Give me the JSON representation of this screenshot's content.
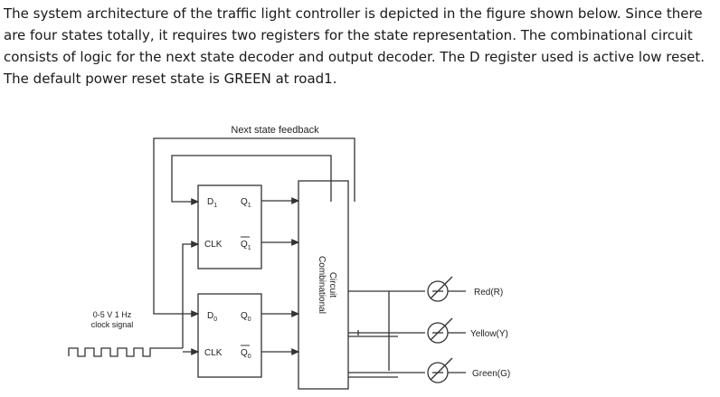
{
  "paragraph": [
    "The system architecture of the traffic light controller is depicted in the figure shown below. Since there",
    "are four states totally, it requires two registers for the state representation. The combinational circuit",
    "consists of logic for the next state decoder and output decoder. The D register used is active low reset.",
    "The default power reset state is GREEN at road1."
  ],
  "diagram": {
    "feedback_label": "Next state feedback",
    "reg1": {
      "d": "D",
      "d_sub": "1",
      "q": "Q",
      "q_sub": "1",
      "clk": "CLK",
      "qbar": "Q",
      "qbar_sub": "1"
    },
    "reg0": {
      "d": "D",
      "d_sub": "0",
      "q": "Q",
      "q_sub": "0",
      "clk": "CLK",
      "qbar": "Q",
      "qbar_sub": "0"
    },
    "clock_label_line1": "0-5 V 1 Hz",
    "clock_label_line2": "clock signal",
    "comb_line1": "Combinational",
    "comb_line2": "Circuit",
    "outputs": [
      "Red(R)",
      "Yellow(Y)",
      "Green(G)"
    ]
  }
}
